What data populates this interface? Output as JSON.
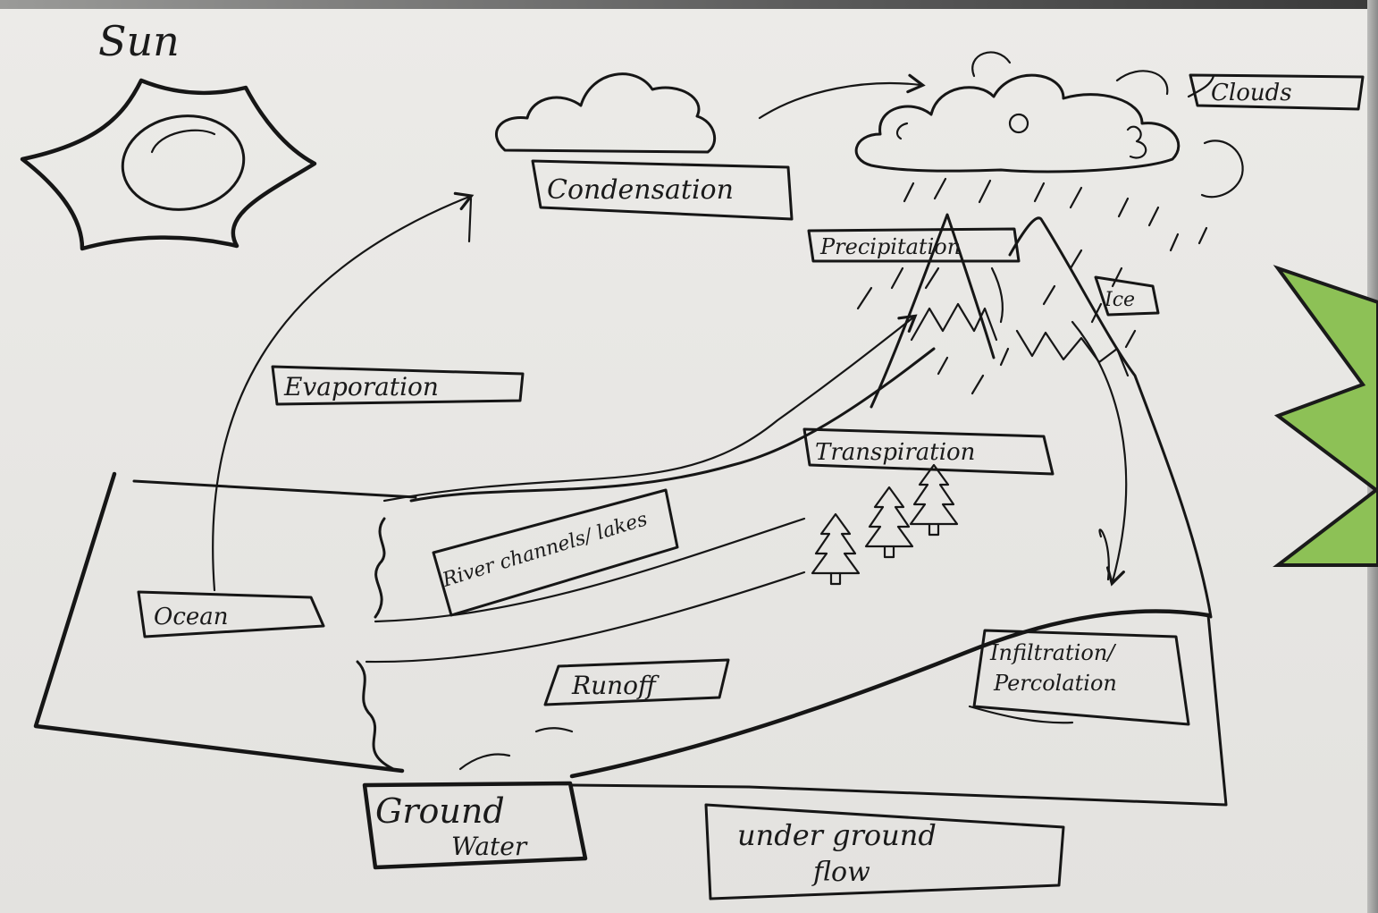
{
  "labels": {
    "sun": "Sun",
    "condensation": "Condensation",
    "clouds": "Clouds",
    "precipitation": "Precipitation",
    "ice": "Ice",
    "evaporation": "Evaporation",
    "transpiration": "Transpiration",
    "river": "River channels/ lakes",
    "ocean": "Ocean",
    "runoff": "Runoff",
    "infiltration_1": "Infiltration/",
    "infiltration_2": "Percolation",
    "groundwater_1": "Ground",
    "groundwater_2": "Water",
    "underground_1": "under ground",
    "underground_2": "flow"
  },
  "colors": {
    "ink": "#161616",
    "star_fill": "#8dc156",
    "board": "#eae9e6"
  },
  "icons": {
    "sun": "sun-icon",
    "star": "star-icon",
    "tree": "tree-icon",
    "cloud": "cloud-icon"
  }
}
